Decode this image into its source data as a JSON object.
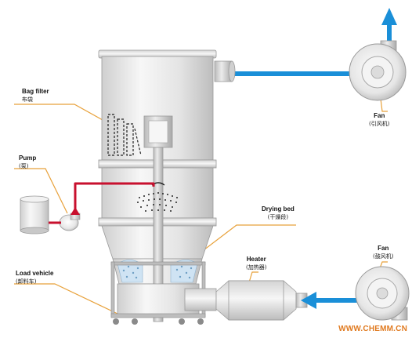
{
  "labels": {
    "bag_filter": {
      "en": "Bag filter",
      "zh": "布袋"
    },
    "pump": {
      "en": "Pump",
      "zh": "(泵)"
    },
    "load_vehicle": {
      "en": "Load vehicle",
      "zh": "(卸料车)"
    },
    "drying_bed": {
      "en": "Drying bed",
      "zh": "(干燥段)"
    },
    "heater": {
      "en": "Heater",
      "zh": "(加热器)"
    },
    "fan_exhaust": {
      "en": "Fan",
      "zh": "(引风机)"
    },
    "fan_blower": {
      "en": "Fan",
      "zh": "(鼓风机)"
    }
  },
  "watermark": "WWW.CHEMM.CN",
  "colors": {
    "air_flow": "#1a8fd8",
    "liquid_feed": "#c8102e",
    "leader_line": "#e8a13a",
    "equipment": "#e6e6e6",
    "equipment_outline": "#9a9a9a"
  }
}
